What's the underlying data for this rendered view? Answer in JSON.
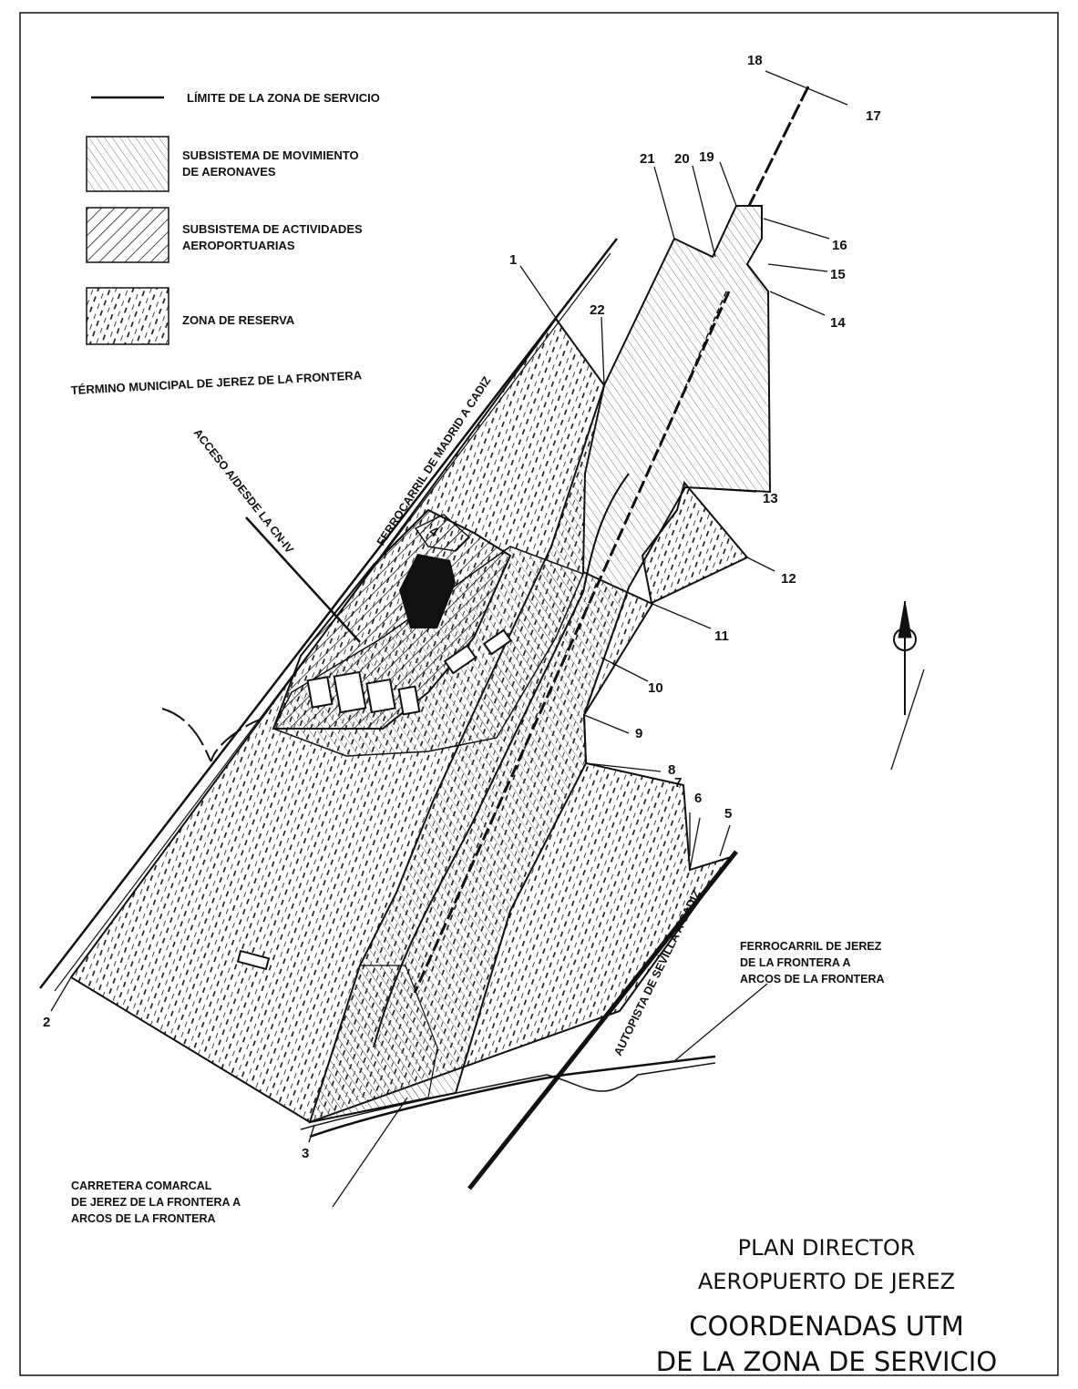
{
  "legend": {
    "boundary": "LÍMITE DE LA ZONA DE SERVICIO",
    "movement_line1": "SUBSISTEMA DE MOVIMIENTO",
    "movement_line2": "DE AERONAVES",
    "activities_line1": "SUBSISTEMA DE ACTIVIDADES",
    "activities_line2": "AEROPORTUARIAS",
    "reserve": "ZONA DE RESERVA",
    "municipality": "TÉRMINO MUNICIPAL DE JEREZ DE LA FRONTERA"
  },
  "labels": {
    "acceso": "ACCESO A/DESDE LA CN-IV",
    "ferrocarril_madrid": "FERROCARRIL DE MADRID A CADIZ",
    "autopista": "AUTOPISTA DE SEVILLA A CADIZ",
    "ferrocarril_jerez_1": "FERROCARRIL DE JEREZ",
    "ferrocarril_jerez_2": "DE LA FRONTERA A",
    "ferrocarril_jerez_3": "ARCOS DE LA FRONTERA",
    "carretera_1": "CARRETERA COMARCAL",
    "carretera_2": "DE JEREZ DE LA FRONTERA A",
    "carretera_3": "ARCOS DE LA FRONTERA"
  },
  "points": [
    "1",
    "2",
    "3",
    "4",
    "5",
    "6",
    "7",
    "8",
    "9",
    "10",
    "11",
    "12",
    "13",
    "14",
    "15",
    "16",
    "17",
    "18",
    "19",
    "20",
    "21",
    "22"
  ],
  "title": {
    "line1": "PLAN DIRECTOR",
    "line2": "AEROPUERTO DE JEREZ",
    "line3": "COORDENADAS UTM",
    "line4": "DE LA ZONA DE SERVICIO"
  },
  "colors": {
    "ink": "#111111",
    "paper": "#ffffff"
  }
}
